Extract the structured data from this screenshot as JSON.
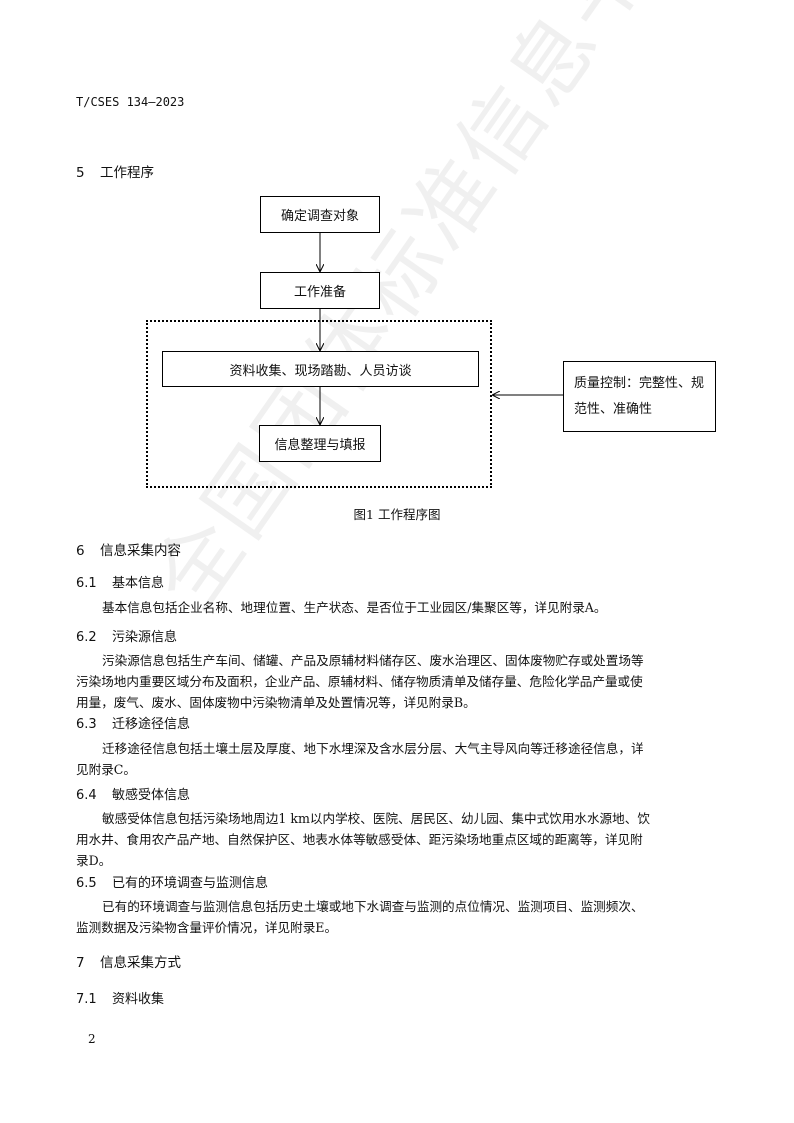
{
  "header": {
    "doc_id": "T/CSES 134—2023"
  },
  "watermark": "全国团体标准信息平台",
  "section5": {
    "num": "5",
    "title": "工作程序"
  },
  "flowchart": {
    "step1": "确定调查对象",
    "step2": "工作准备",
    "step3": "资料收集、现场踏勘、人员访谈",
    "step4": "信息整理与填报",
    "quality_lines": [
      "质量控制：完整性、规",
      "范性、准确性"
    ],
    "caption": "图1  工作程序图"
  },
  "section6": {
    "num": "6",
    "title": "信息采集内容"
  },
  "s6_1": {
    "num": "6.1",
    "title": "基本信息",
    "lines": [
      "基本信息包括企业名称、地理位置、生产状态、是否位于工业园区/集聚区等，详见附录A。"
    ]
  },
  "s6_2": {
    "num": "6.2",
    "title": "污染源信息",
    "lines": [
      "污染源信息包括生产车间、储罐、产品及原辅材料储存区、废水治理区、固体废物贮存或处置场等",
      "污染场地内重要区域分布及面积，企业产品、原辅材料、储存物质清单及储存量、危险化学品产量或使",
      "用量，废气、废水、固体废物中污染物清单及处置情况等，详见附录B。"
    ]
  },
  "s6_3": {
    "num": "6.3",
    "title": "迁移途径信息",
    "lines": [
      "迁移途径信息包括土壤土层及厚度、地下水埋深及含水层分层、大气主导风向等迁移途径信息，详",
      "见附录C。"
    ]
  },
  "s6_4": {
    "num": "6.4",
    "title": "敏感受体信息",
    "lines": [
      "敏感受体信息包括污染场地周边1 km以内学校、医院、居民区、幼儿园、集中式饮用水水源地、饮",
      "用水井、食用农产品产地、自然保护区、地表水体等敏感受体、距污染场地重点区域的距离等，详见附",
      "录D。"
    ]
  },
  "s6_5": {
    "num": "6.5",
    "title": "已有的环境调查与监测信息",
    "lines": [
      "已有的环境调查与监测信息包括历史土壤或地下水调查与监测的点位情况、监测项目、监测频次、",
      "监测数据及污染物含量评价情况，详见附录E。"
    ]
  },
  "section7": {
    "num": "7",
    "title": "信息采集方式"
  },
  "s7_1": {
    "num": "7.1",
    "title": "资料收集"
  },
  "page_number": "2"
}
